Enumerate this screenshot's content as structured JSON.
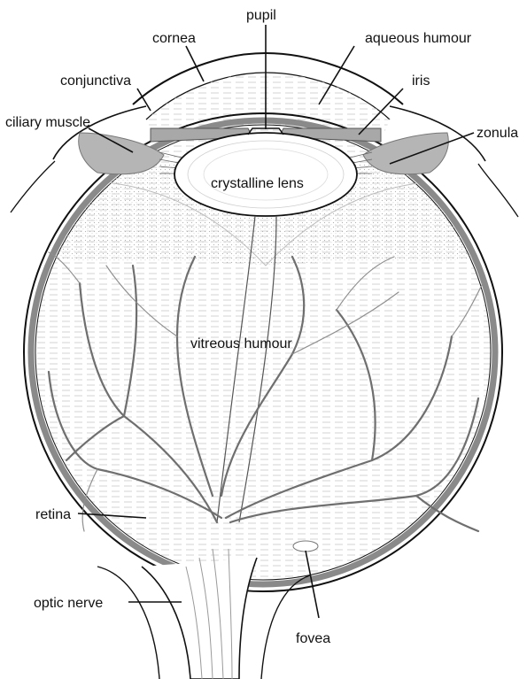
{
  "labels": {
    "pupil": "pupil",
    "cornea": "cornea",
    "aqueous": "aqueous humour",
    "conjunctiva": "conjunctiva",
    "iris": "iris",
    "ciliary": "ciliary muscle",
    "zonula": "zonula",
    "lens": "crystalline lens",
    "vitreous": "vitreous humour",
    "retina": "retina",
    "optic": "optic nerve",
    "fovea": "fovea"
  },
  "colors": {
    "ink": "#111111",
    "retina_band": "#8a8a8a",
    "tissue": "#b5b5b5",
    "vessel": "#6f6f6f",
    "background": "#ffffff"
  }
}
